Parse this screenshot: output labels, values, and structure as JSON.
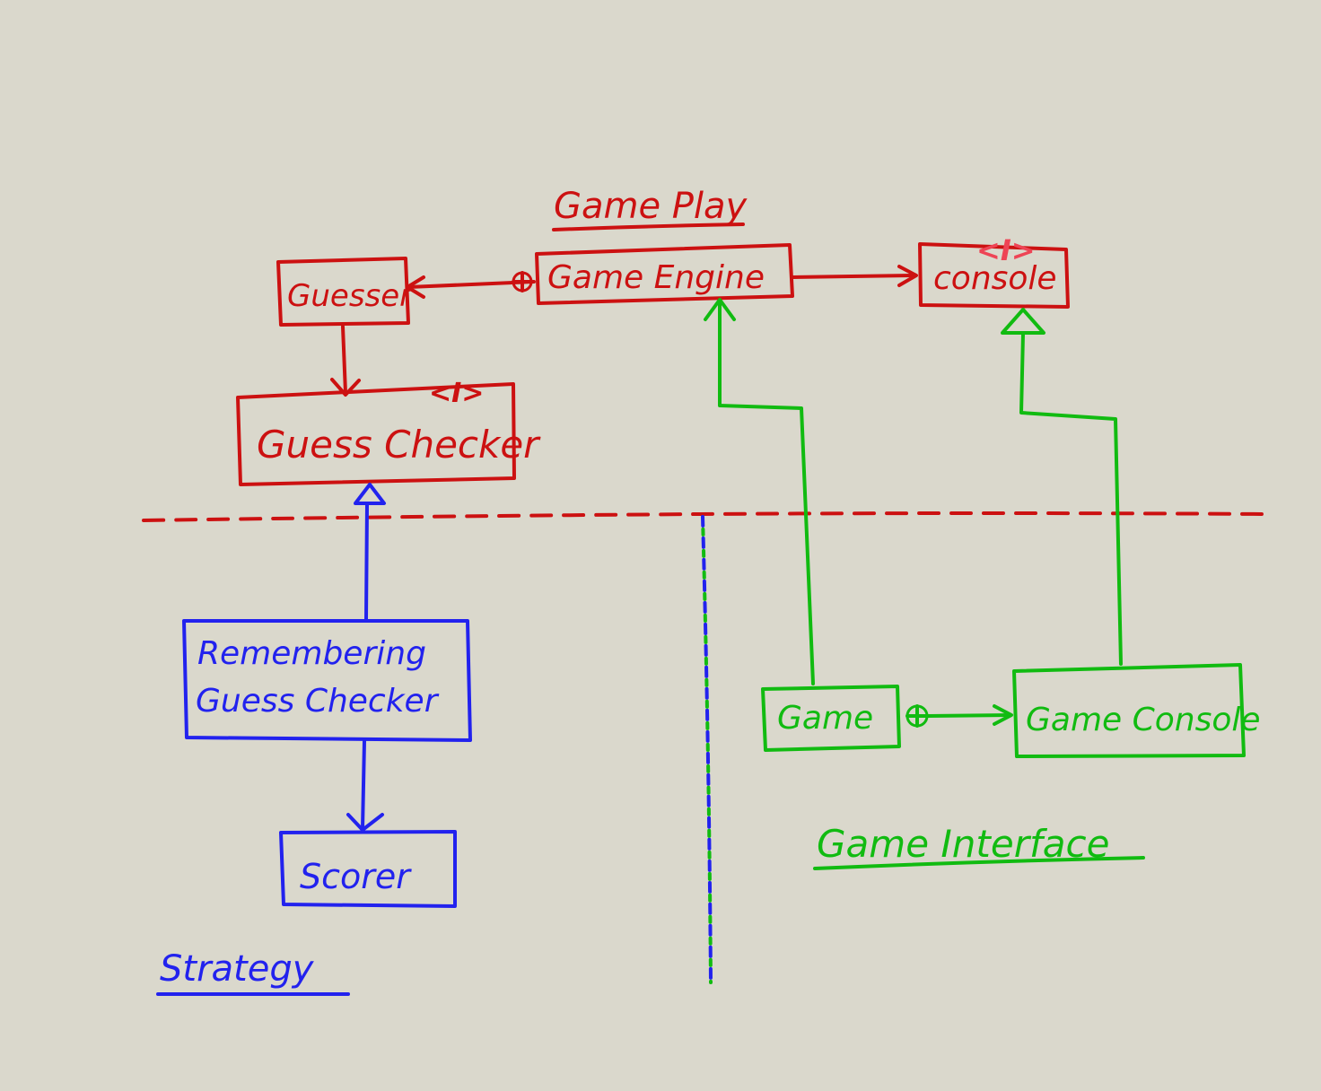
{
  "packages": {
    "game_play": "Game Play",
    "strategy": "Strategy",
    "game_interface": "Game Interface"
  },
  "classes": {
    "guesser": "Guesser",
    "game_engine": "Game Engine",
    "console": "console",
    "guess_checker": "Guess Checker",
    "remembering_line1": "Remembering",
    "remembering_line2": "Guess Checker",
    "scorer": "Scorer",
    "game": "Game",
    "game_console": "Game Console"
  },
  "stereotypes": {
    "console": "<I>",
    "guess_checker": "<I>"
  },
  "colors": {
    "background": "#dad8cc",
    "game_play": "#cc1111",
    "strategy": "#2222ee",
    "game_interface": "#11bb11",
    "stereotype": "#ee4455"
  }
}
